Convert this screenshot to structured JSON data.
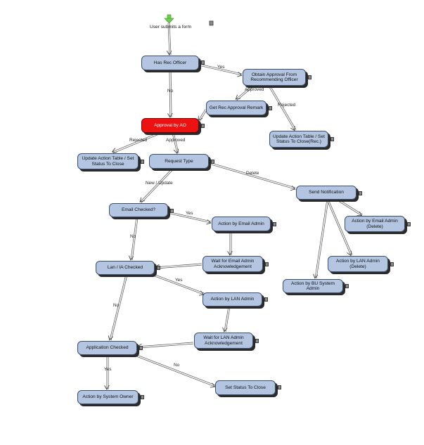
{
  "start": {
    "label": "User submits a form"
  },
  "nodes": {
    "rec_officer": "Has Rec Officer",
    "obtain_approval": "Obtain Approval From Recommending Officer",
    "get_remark": "Get Rec Approval Remark",
    "approval_ao": "Approval by AO",
    "update_rec": "Update Action Table / Set Status To Close(Rec.)",
    "update_close": "Update Action Table / Set Status To Close",
    "request_type": "Request Type",
    "send_notification": "Send Notification",
    "email_checked": "Email Checked?",
    "action_email": "Action by Email Admin",
    "action_email_delete": "Action by Email Admin (Delete)",
    "wait_email": "Wait for Email Admin Acknowledgement",
    "lan_checked": "Lan / IA Checked",
    "action_lan_delete": "Action by LAN Admin (Delete)",
    "action_bu": "Action by BU System Admin",
    "action_lan": "Action by LAN Admin",
    "wait_lan": "Wait for LAN Admin Acknowledgement",
    "app_checked": "Application Checked",
    "action_owner": "Action by System Owner",
    "set_close": "Set Status To Close"
  },
  "edge_labels": {
    "yes1": "Yes",
    "no1": "No",
    "approved1": "Approved",
    "rejected1": "Rejected",
    "rejected2": "Rejected",
    "approved2": "Approved",
    "delete": "Delete",
    "new_update": "New / Update",
    "yes2": "Yes",
    "no2": "No",
    "yes3": "Yes",
    "no3": "No",
    "yes4": "Yes",
    "no4": "No"
  },
  "colors": {
    "node_fill": "#b3c5e1",
    "node_border": "#3d4f6e",
    "highlight_fill": "#ee1111",
    "start_arrow": "#6fd14b",
    "edge": "#555555"
  }
}
